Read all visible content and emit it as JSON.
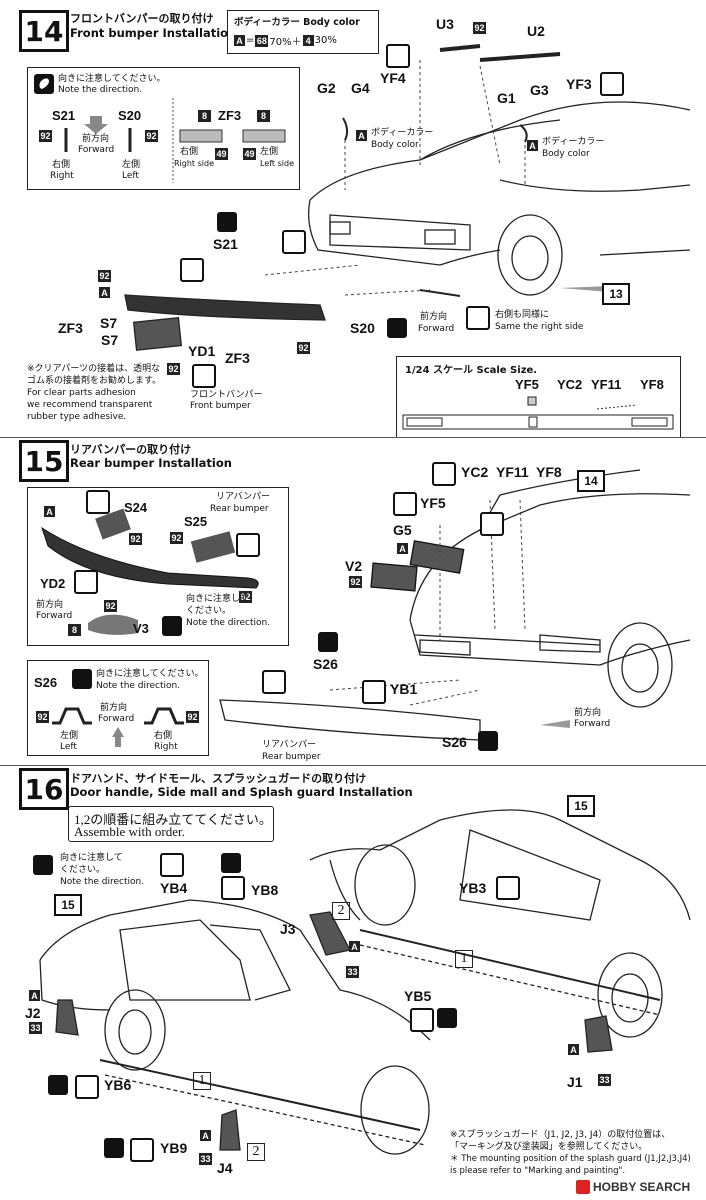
{
  "step14": {
    "number": "14",
    "title_jp": "フロントバンパーの取り付け",
    "title_en": "Front bumper Installation",
    "body_color_title": "ボディーカラー Body color",
    "body_color_formula": {
      "a": "A",
      "eq": "=",
      "c1": "68",
      "p1": "70%＋",
      "c2": "4",
      "p2": "30%"
    },
    "note_direction_jp": "向きに注意してください。",
    "note_direction_en": "Note the direction.",
    "forward_jp": "前方向",
    "forward_en": "Forward",
    "right_jp": "右側",
    "right_en": "Right",
    "left_jp": "左側",
    "left_en": "Left",
    "right_side_jp": "右側",
    "right_side_en": "Right side",
    "left_side_jp": "左側",
    "left_side_en": "Left side",
    "bodycolor_jp": "ボディーカラー",
    "bodycolor_en": "Body color",
    "same_right_jp": "右側も同様に",
    "same_right_en": "Same the right side",
    "clear_note": [
      "※クリアパーツの接着は、透明な",
      "ゴム系の接着剤をお勧めします。",
      "For clear parts adhesion",
      "we recommend transparent",
      "rubber type adhesive."
    ],
    "front_bumper_jp": "フロントバンパー",
    "front_bumper_en": "Front bumper",
    "scale_title": "1/24 スケール Scale Size.",
    "parts": {
      "S21": "S21",
      "S20": "S20",
      "ZF3": "ZF3",
      "U3": "U3",
      "U2": "U2",
      "G2": "G2",
      "G4": "G4",
      "YF4": "YF4",
      "G1": "G1",
      "G3": "G3",
      "YF3": "YF3",
      "S7": "S7",
      "YD1": "YD1",
      "YF5": "YF5",
      "YC2": "YC2",
      "YF11": "YF11",
      "YF8": "YF8",
      "ref13": "13"
    },
    "badges": {
      "n92": "92",
      "n8": "8",
      "n49": "49",
      "a": "A"
    }
  },
  "step15": {
    "number": "15",
    "title_jp": "リアバンパーの取り付け",
    "title_en": "Rear bumper Installation",
    "rear_bumper_jp": "リアバンパー",
    "rear_bumper_en": "Rear bumper",
    "parts": {
      "S24": "S24",
      "S25": "S25",
      "YD2": "YD2",
      "V3": "V3",
      "YC2": "YC2",
      "YF11": "YF11",
      "YF8": "YF8",
      "YF5": "YF5",
      "G5": "G5",
      "V2": "V2",
      "S26": "S26",
      "YB1": "YB1",
      "ref14": "14"
    },
    "forward_jp": "前方向",
    "forward_en": "Forward",
    "note_direction_jp": "向きに注意してください。",
    "note_direction_en": "Note the direction.",
    "note_dir2_jp": "向きに注意して",
    "note_dir2_jp2": "ください。",
    "left_jp": "左側",
    "left_en": "Left",
    "right_jp": "右側",
    "right_en": "Right"
  },
  "step16": {
    "number": "16",
    "title_jp": "ドアハンド、サイドモール、スプラッシュガードの取り付け",
    "title_en": "Door handle, Side mall and Splash guard Installation",
    "order_jp": "1,2の順番に組み立ててください。",
    "order_en": "Assemble with order.",
    "note_dir_jp1": "向きに注意して",
    "note_dir_jp2": "ください。",
    "note_dir_en": "Note the direction.",
    "parts": {
      "YB4": "YB4",
      "YB8": "YB8",
      "J3": "J3",
      "J2": "J2",
      "YB3": "YB3",
      "YB5": "YB5",
      "YB6": "YB6",
      "YB9": "YB9",
      "J4": "J4",
      "J1": "J1",
      "ref15a": "15",
      "ref15b": "15"
    },
    "order1": "1",
    "order2": "2",
    "badges": {
      "n33": "33"
    },
    "footnote": [
      "※スプラッシュガード（J1, J2, J3, J4）の取付位置は、",
      "「マーキング及び塗装図」を参照してください。",
      "＊ The mounting position of the splash guard (J1,J2,J3,J4)",
      "is please refer to \"Marking and painting\"."
    ],
    "watermark": "HOBBY SEARCH"
  }
}
